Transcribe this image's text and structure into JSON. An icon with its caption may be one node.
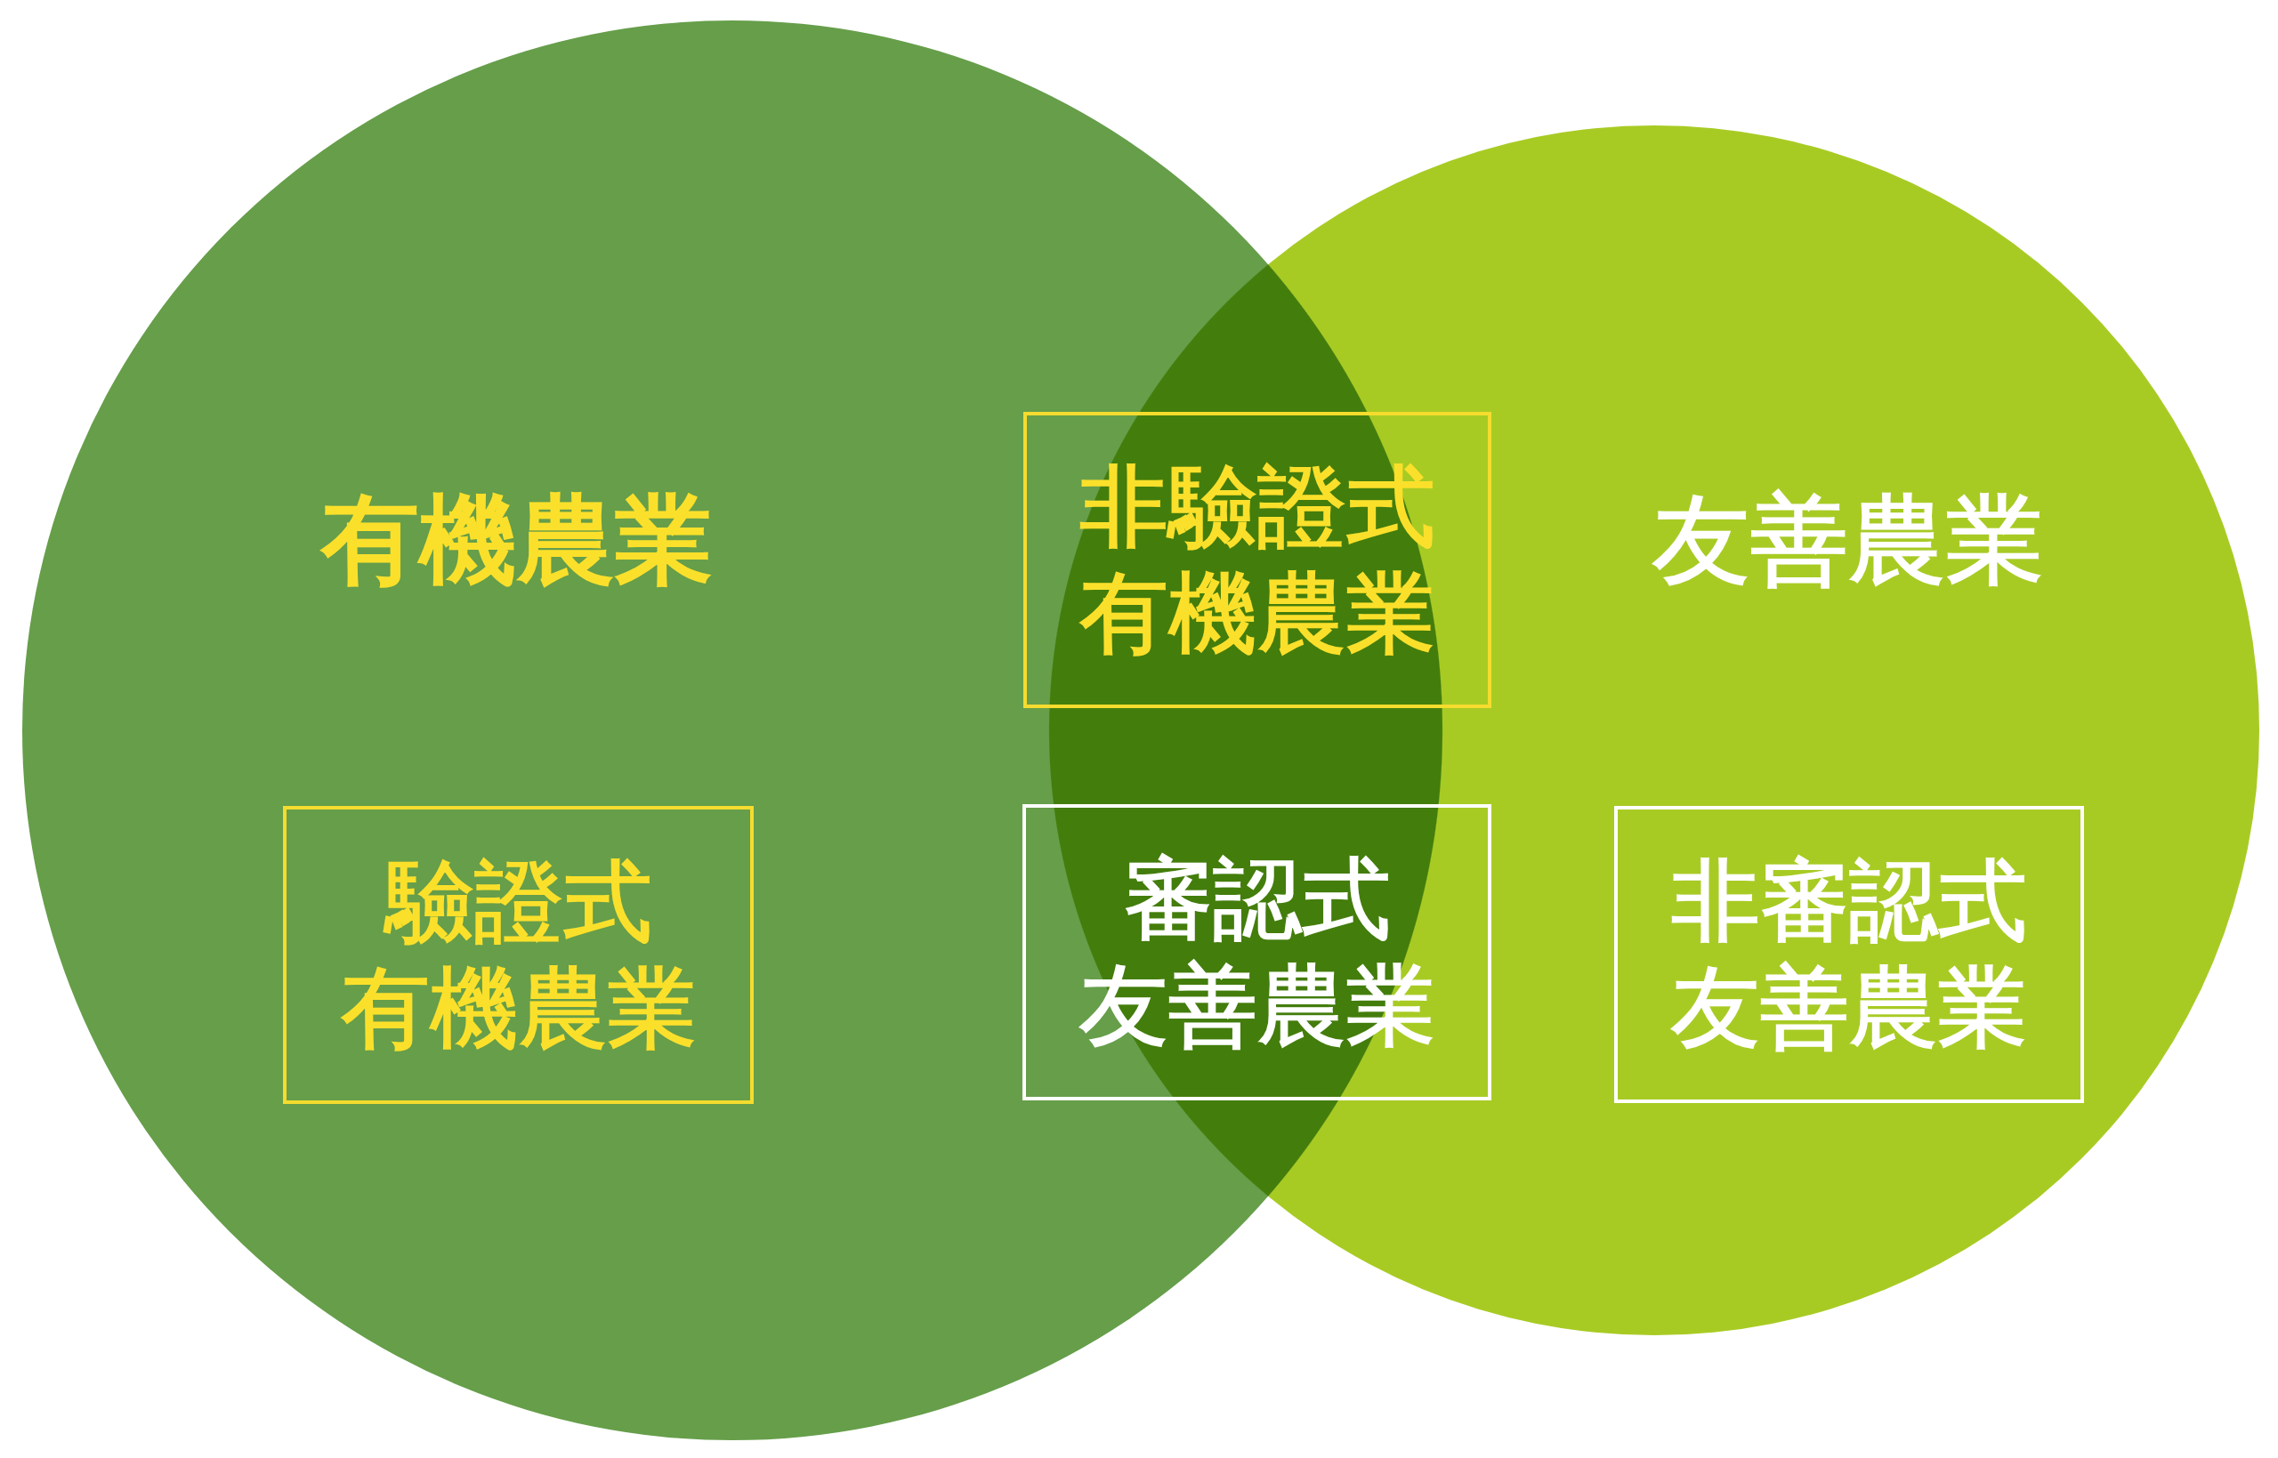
{
  "diagram": {
    "nodes": [
      {
        "text": [
          "有機農業"
        ]
      },
      {
        "text": [
          "非驗證式有機農業"
        ]
      },
      {
        "text": [
          "友善農業"
        ]
      },
      {
        "text": [
          "驗證式有機農業"
        ],
        "in": 0
      },
      {
        "text": [
          "審認式友善農業"
        ]
      },
      {
        "text": [
          "非審認式友善農業"
        ],
        "in": 2
      }
    ]
  }
}
